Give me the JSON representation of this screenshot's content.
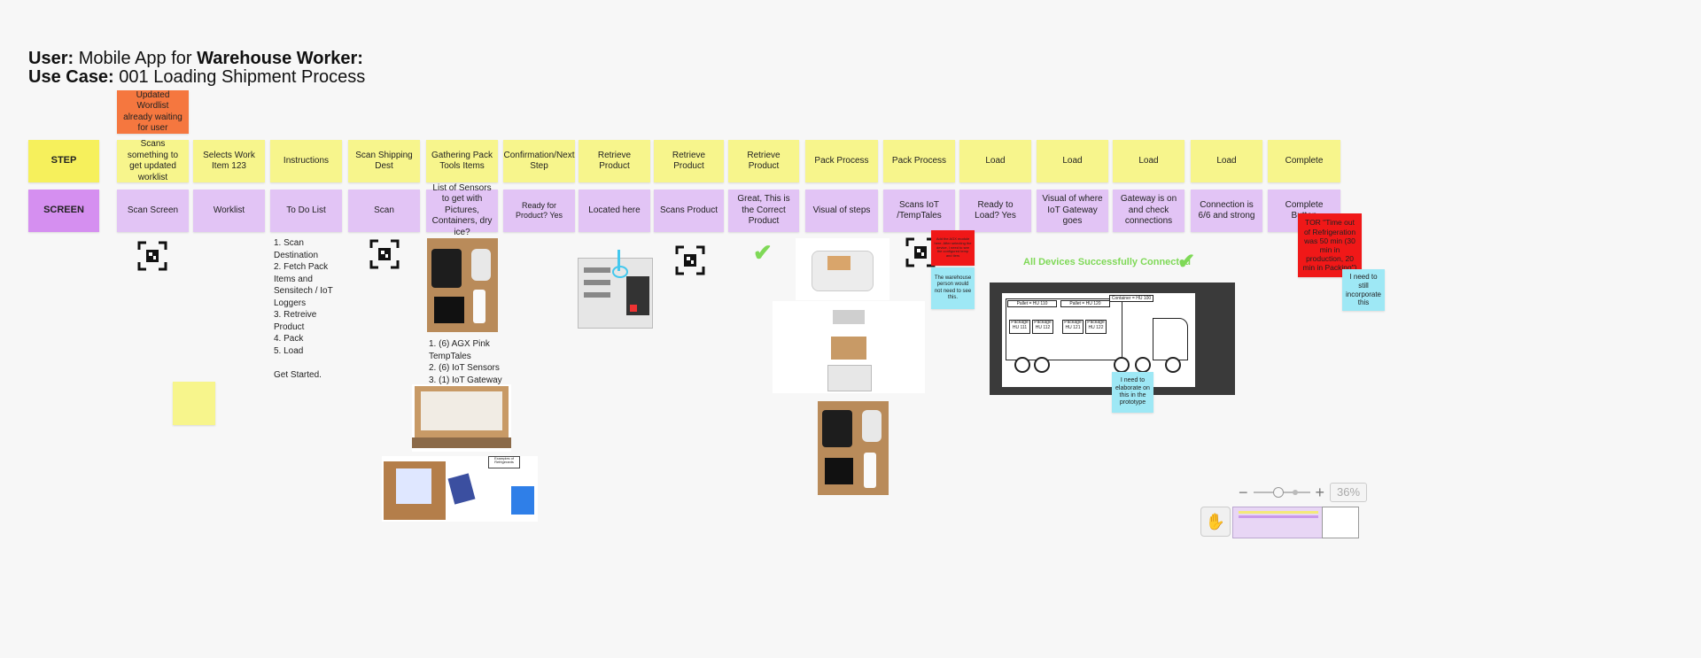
{
  "title": {
    "user_label": "User:",
    "user_text": "Mobile App for",
    "user_role": "Warehouse Worker:",
    "usecase_label": "Use Case:",
    "usecase_text": "001 Loading Shipment Process"
  },
  "rows": {
    "step_label": "STEP",
    "screen_label": "SCREEN"
  },
  "top_note": "Updated Wordlist already waiting for user",
  "steps": [
    "Scans something to get updated worklist",
    "Selects Work Item 123",
    "Instructions",
    "Scan Shipping Dest",
    "Gathering Pack Tools Items",
    "Confirmation/Next Step",
    "Retrieve Product",
    "Retrieve Product",
    "Retrieve Product",
    "Pack Process",
    "Pack Process",
    "Load",
    "Load",
    "Load",
    "Load",
    "Complete"
  ],
  "screens": [
    "Scan Screen",
    "Worklist",
    "To Do List",
    "Scan",
    "List of Sensors to get with Pictures, Containers, dry ice?",
    "Ready for Product? Yes",
    "Located here",
    "Scans Product",
    "Great, This is the Correct Product",
    "Visual of steps",
    "Scans IoT /TempTales",
    "Ready to Load? Yes",
    "Visual of where IoT Gateway goes",
    "Gateway is on and check connections",
    "Connection is 6/6 and strong",
    "Complete Button"
  ],
  "instructions_text": "1. Scan Destination\n2. Fetch Pack Items and Sensitech / IoT Loggers\n3. Retreive Product\n4. Pack\n5. Load\n\nGet Started.",
  "sensors_list": "1. (6) AGX Pink TempTales\n2. (6) IoT Sensors\n3. (1) IoT Gateway",
  "red_note_small": "Add the AGX module here. After selecting the device, I need to see the configured temp and tiers",
  "cyan_note_warehouse": "The warehouse person would not need to see this.",
  "connected_text": "All Devices Successfully Connected",
  "truck_labels": {
    "pallet1": "Pallet = HU 110",
    "pallet2": "Pallet = HU 120",
    "container": "Container = HU 100",
    "pkg1": "Package HU 111",
    "pkg2": "Package HU 112",
    "pkg3": "Package HU 121",
    "pkg4": "Package HU 122"
  },
  "cyan_note_elaborate": "I need to elaborate on this in the prototype",
  "red_note_tor": "TOR \"Time out of Refrigeration was 50 min (30 min in production, 20 min in Packing\")",
  "cyan_note_incorporate": "I need to still incorporate this",
  "examples_label": "Examples of Refrigerants",
  "zoom": {
    "minus": "−",
    "plus": "+",
    "level": "36%"
  },
  "colors": {
    "step": "#f6f05c",
    "screen": "#d58ff0",
    "card_yellow": "#f7f58c",
    "card_purple": "#e2c4f5",
    "orange": "#f5773f",
    "red": "#f01818",
    "cyan": "#9ee8f5",
    "check_green": "#7fd957"
  }
}
